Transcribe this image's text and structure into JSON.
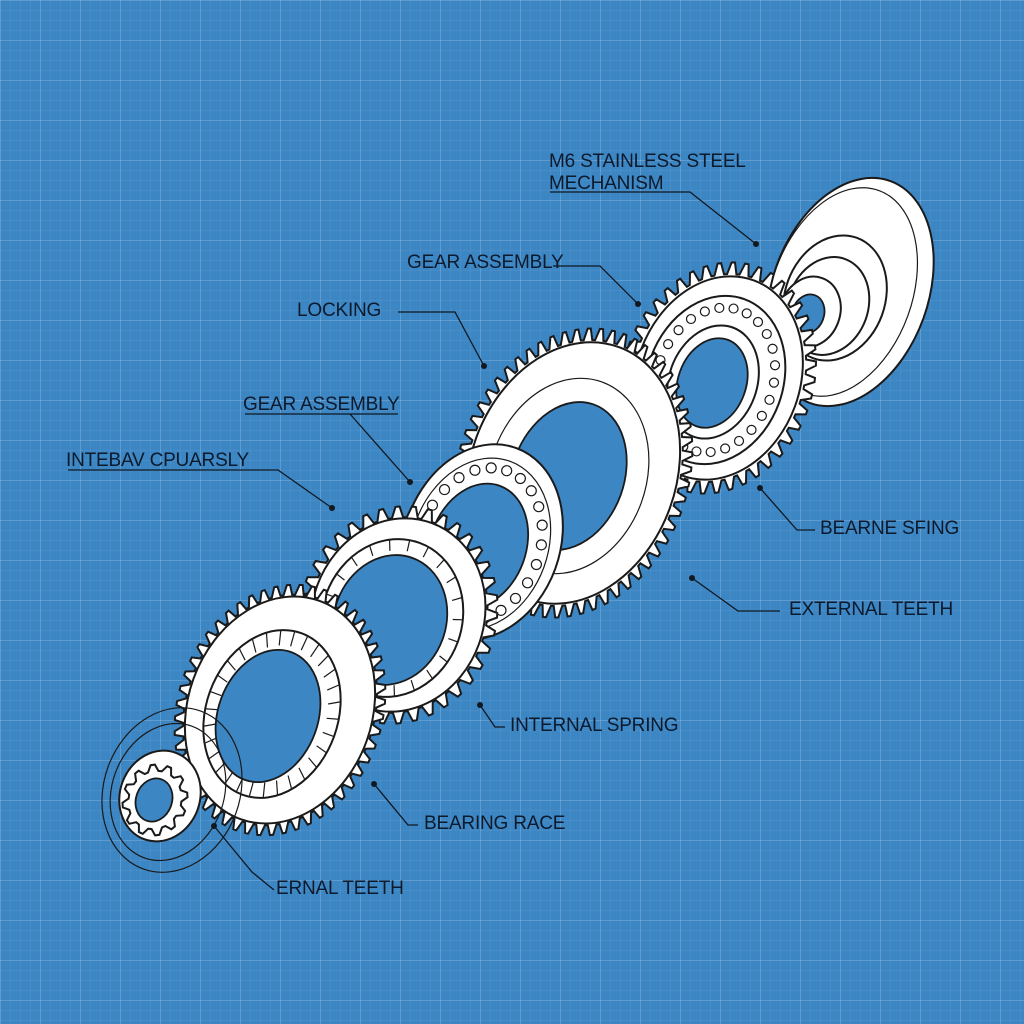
{
  "labels": {
    "stainless_line1": "M6 STAINLESS STEEL",
    "stainless_line2": "MECHANISM",
    "gear_assembly_top": "GEAR ASSEMBLY",
    "locking": "LOCKING",
    "gear_assembly_mid": "GEAR ASSEMBLY",
    "internal_cpuarsly": "INTEBAV CPUARSLY",
    "bearne_sfing": "BEARNE SFING",
    "external_teeth": "EXTERNAL TEETH",
    "internal_spring": "INTERNAL SPRING",
    "bearing_race": "BEARING RACE",
    "ernal_teeth": "ERNAL TEETH"
  },
  "colors": {
    "background": "#3d86c4",
    "ink": "#1a1a1a",
    "paper": "#ffffff",
    "label_text": "#0c1a2c"
  }
}
